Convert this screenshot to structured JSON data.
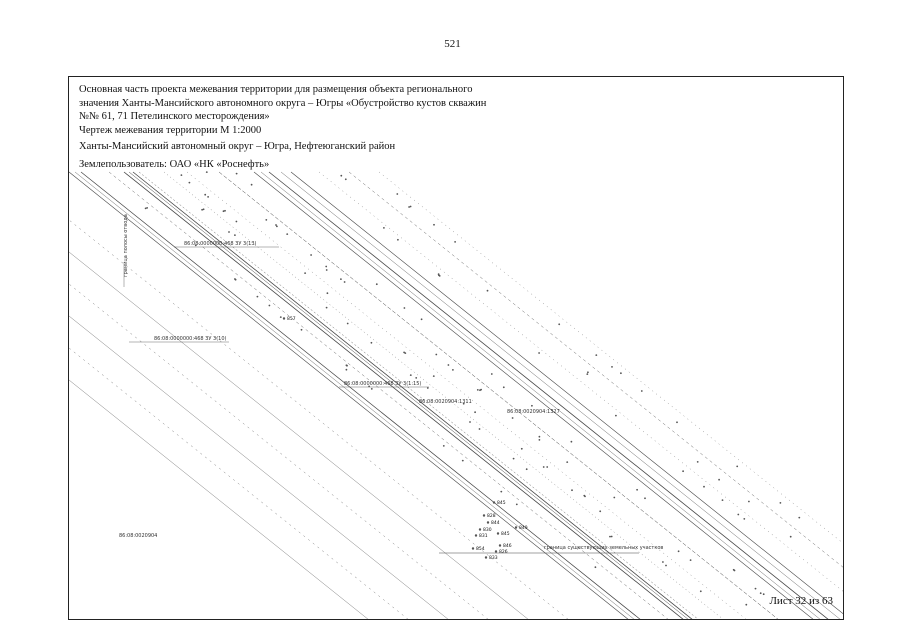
{
  "page_number": "521",
  "header": {
    "title_lines": [
      "Основная часть проекта межевания территории для размещения объекта регионального",
      "значения Ханты-Мансийского автономного округа – Югры «Обустройство кустов скважин",
      "№№ 61, 71 Петелинского месторождения»"
    ],
    "drawing_title": " Чертеж межевания территории М 1:2000",
    "region": "Ханты-Мансийский автономный округ – Югра, Нефтеюганский район",
    "land_user": "Землепользователь: ОАО «НК «Роснефть»"
  },
  "drawing": {
    "parcel_labels": [
      "86:08:0000000:468 ЗУ 3(13)",
      "86:08:0000000:468 ЗУ 3(10)",
      "86:08:0000000:468 ЗУ 3(1:15)",
      "86:08:0020904:1311",
      "86:08:0020904:1327",
      "86:08:0020904"
    ],
    "vertical_note": "граница полосы отвода",
    "boundary_note": "граница существующих земельных участков",
    "point_labels": [
      "857",
      "845",
      "828",
      "844",
      "830",
      "849",
      "831",
      "845",
      "846",
      "854",
      "826",
      "833"
    ]
  },
  "sheet_label": "Лист 32 из 63"
}
